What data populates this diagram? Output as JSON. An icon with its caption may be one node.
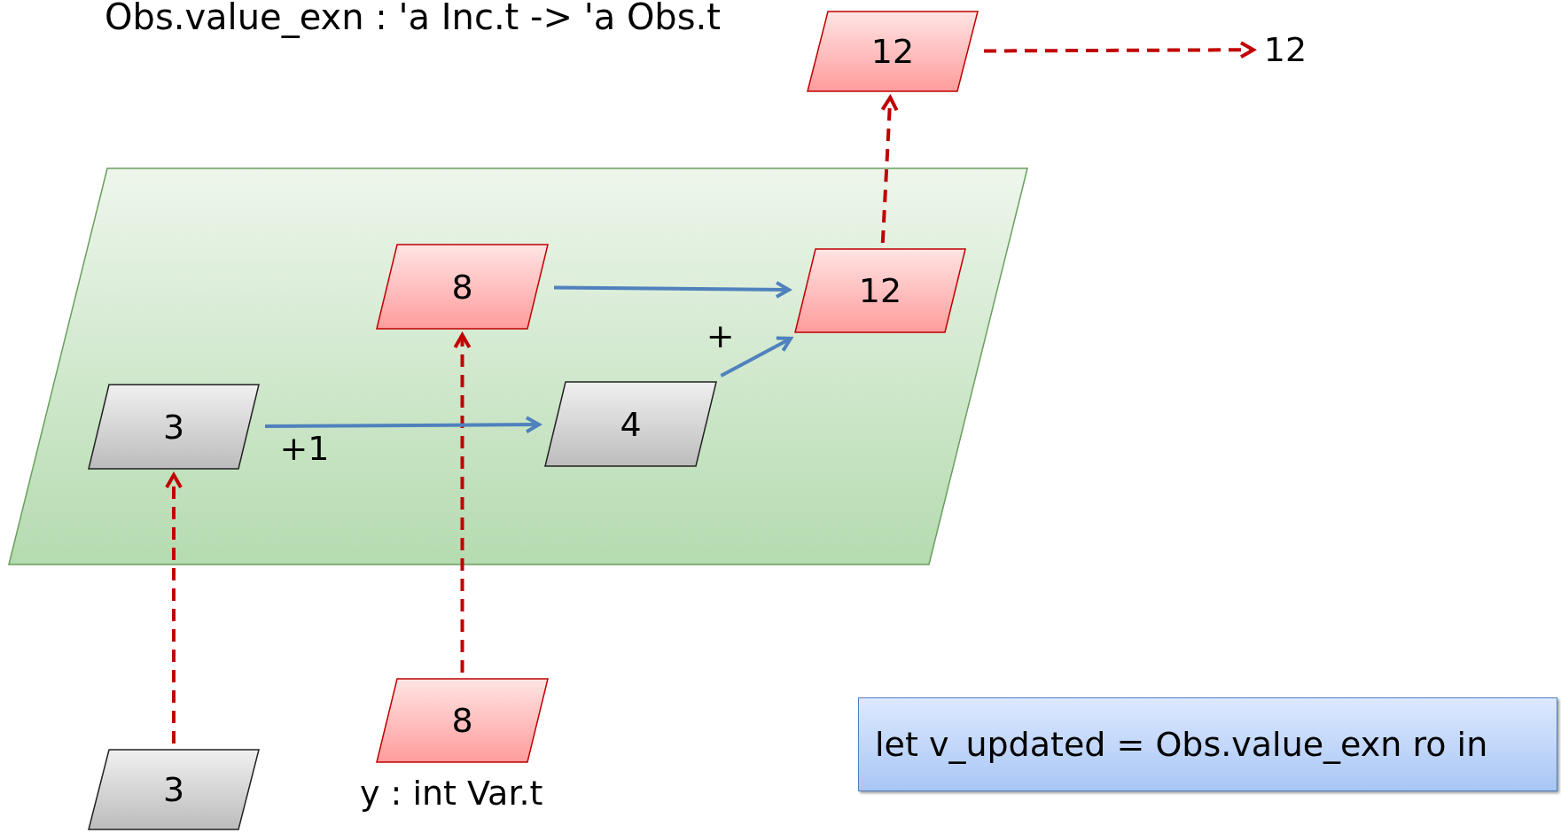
{
  "diagram": {
    "title": "Obs.value_exn : 'a Inc.t -> 'a Obs.t",
    "nodes": [
      {
        "text": [
          "12"
        ]
      },
      {
        "text": [
          "12"
        ]
      },
      {
        "text": [],
        "shape": "parallelogram"
      },
      {
        "text": [
          "8"
        ],
        "in": 2
      },
      {
        "text": [
          "12"
        ],
        "in": 2
      },
      {
        "text": [
          "3"
        ],
        "in": 2
      },
      {
        "text": [
          "4"
        ],
        "in": 2
      },
      {
        "text": [
          "8"
        ],
        "beside": [
          "y : int Var.t"
        ]
      },
      {
        "text": [
          "3"
        ]
      },
      {
        "text": [
          "let v_updated = Obs.value_exn ro in"
        ]
      }
    ],
    "edges": [
      {
        "from": 7,
        "to": 3,
        "arrow": "to",
        "style": "dashed"
      },
      {
        "from": 8,
        "to": 5,
        "arrow": "to",
        "style": "dashed"
      },
      {
        "from": 4,
        "to": 0,
        "arrow": "to",
        "style": "dashed"
      },
      {
        "from": 0,
        "to": 1,
        "arrow": "to",
        "style": "dashed"
      },
      {
        "from": 5,
        "to": 6,
        "arrow": "to",
        "label": "+1",
        "color": "#4f81bd"
      },
      {
        "from": 3,
        "to": 4,
        "arrow": "to",
        "color": "#4f81bd"
      },
      {
        "from": 6,
        "to": 4,
        "arrow": "to",
        "label": "+",
        "color": "#4f81bd"
      }
    ]
  }
}
